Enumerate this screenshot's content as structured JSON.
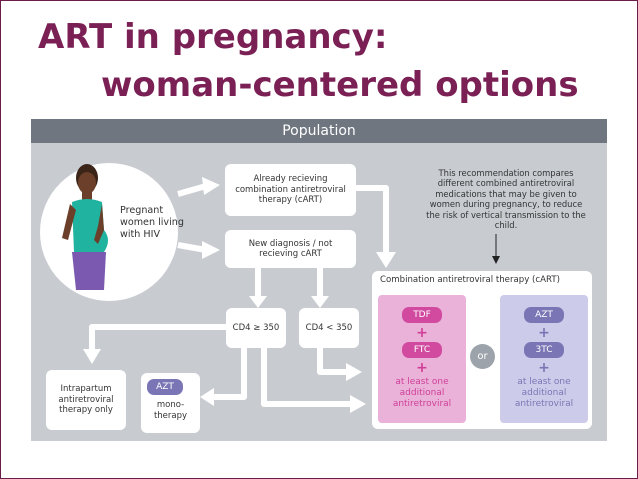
{
  "title": {
    "line1": "ART in pregnancy:",
    "line2": "woman-centered options"
  },
  "header": {
    "label": "Population"
  },
  "population": {
    "label": "Pregnant women living with HIV"
  },
  "boxes": {
    "already": "Already recieving combination antiretroviral therapy (cART)",
    "new_diag": "New diagnosis / not recieving cART",
    "cd4_high": "CD4 ≥ 350",
    "cd4_low": "CD4 < 350",
    "intrapartum": "Intrapartum antiretroviral therapy only"
  },
  "mono": {
    "drug": "AZT",
    "label": "mono-therapy"
  },
  "note": "This recommendation compares different combined antiretroviral medications that may be given to women during pregnancy, to reduce the risk of vertical transmission to the child.",
  "cart": {
    "title": "Combination antiretroviral therapy (cART)",
    "option_a": {
      "drug1": "TDF",
      "plus": "+",
      "drug2": "FTC",
      "plus2": "+",
      "extra": "at least one additional antiretroviral"
    },
    "or": "or",
    "option_b": {
      "drug1": "AZT",
      "plus": "+",
      "drug2": "3TC",
      "plus2": "+",
      "extra": "at least one additional antiretroviral"
    }
  },
  "colors": {
    "title": "#7a2055",
    "panel": "#c8ccd1",
    "header": "#6f7680",
    "pink": "#d14aa0",
    "purple": "#7a76b5"
  }
}
